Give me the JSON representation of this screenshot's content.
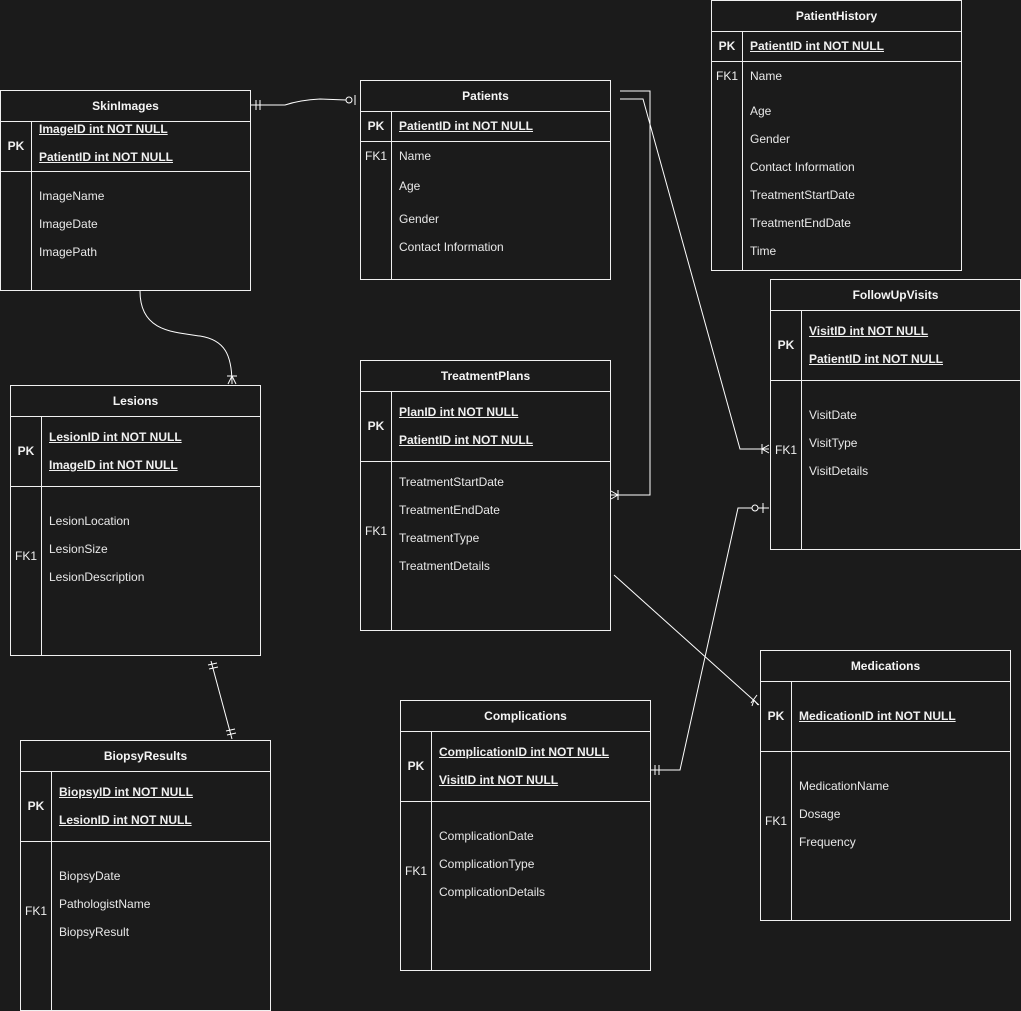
{
  "entities": {
    "skinimages": {
      "title": "SkinImages",
      "pk_label": "PK",
      "fk_label": "",
      "pk_fields": [
        "ImageID int NOT NULL",
        "PatientID int NOT NULL"
      ],
      "fields": [
        "ImageName",
        "ImageDate",
        "ImagePath"
      ]
    },
    "patients": {
      "title": "Patients",
      "pk_label": "PK",
      "fk_label": "FK1",
      "pk_fields": [
        "PatientID int NOT NULL"
      ],
      "fields": [
        "Name",
        "Age",
        "Gender",
        "Contact Information"
      ]
    },
    "patienthistory": {
      "title": "PatientHistory",
      "pk_label": "PK",
      "fk_label": "FK1",
      "pk_fields": [
        "PatientID int NOT NULL"
      ],
      "fields": [
        "Name",
        "Age",
        "Gender",
        "Contact Information",
        "TreatmentStartDate",
        "TreatmentEndDate",
        "Time"
      ]
    },
    "followupvisits": {
      "title": "FollowUpVisits",
      "pk_label": "PK",
      "fk_label": "FK1",
      "pk_fields": [
        " VisitID int NOT NULL",
        "PatientID int NOT NULL"
      ],
      "fields": [
        "VisitDate",
        "VisitType",
        "VisitDetails"
      ]
    },
    "lesions": {
      "title": "Lesions",
      "pk_label": "PK",
      "fk_label": "FK1",
      "pk_fields": [
        " LesionID int NOT NULL",
        "ImageID int NOT NULL"
      ],
      "fields": [
        "LesionLocation",
        "LesionSize",
        "LesionDescription"
      ]
    },
    "treatmentplans": {
      "title": "TreatmentPlans",
      "pk_label": "PK",
      "fk_label": "FK1",
      "pk_fields": [
        " PlanID int NOT NULL",
        "PatientID int NOT NULL"
      ],
      "fields": [
        "TreatmentStartDate",
        "TreatmentEndDate",
        "TreatmentType",
        "TreatmentDetails"
      ]
    },
    "medications": {
      "title": "Medications",
      "pk_label": "PK",
      "fk_label": "FK1",
      "pk_fields": [
        " MedicationID int NOT NULL"
      ],
      "fields": [
        "MedicationName",
        "Dosage",
        "Frequency"
      ]
    },
    "complications": {
      "title": "Complications",
      "pk_label": "PK",
      "fk_label": "FK1",
      "pk_fields": [
        " ComplicationID int NOT NULL",
        "VisitID int NOT NULL"
      ],
      "fields": [
        "ComplicationDate",
        "ComplicationType",
        "ComplicationDetails"
      ]
    },
    "biopsyresults": {
      "title": "BiopsyResults",
      "pk_label": "PK",
      "fk_label": "FK1",
      "pk_fields": [
        " BiopsyID int NOT NULL",
        "LesionID int NOT NULL"
      ],
      "fields": [
        "BiopsyDate",
        "PathologistName",
        "BiopsyResult"
      ]
    }
  },
  "colors": {
    "background": "#1b1b1b",
    "stroke": "#f0f0f0",
    "text": "#f0f0f0"
  }
}
